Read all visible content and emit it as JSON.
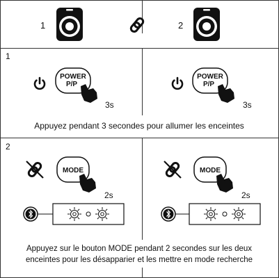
{
  "top": {
    "speaker1_number": "1",
    "speaker2_number": "2",
    "link_icon": "link-icon"
  },
  "step1": {
    "step_number": "1",
    "left": {
      "button_line1": "POWER",
      "button_line2": "P/P",
      "duration": "3s"
    },
    "right": {
      "button_line1": "POWER",
      "button_line2": "P/P",
      "duration": "3s"
    },
    "caption": "Appuyez pendant 3 secondes pour allumer les enceintes"
  },
  "step2": {
    "step_number": "2",
    "left": {
      "button_label": "MODE",
      "duration": "2s"
    },
    "right": {
      "button_label": "MODE",
      "duration": "2s"
    },
    "caption_line1": "Appuyez sur le bouton MODE pendant 2 secondes sur les deux",
    "caption_line2": "enceintes pour les désapparier et les mettre en mode recherche"
  },
  "colors": {
    "line": "#333333",
    "ink": "#111111",
    "background": "#ffffff"
  }
}
